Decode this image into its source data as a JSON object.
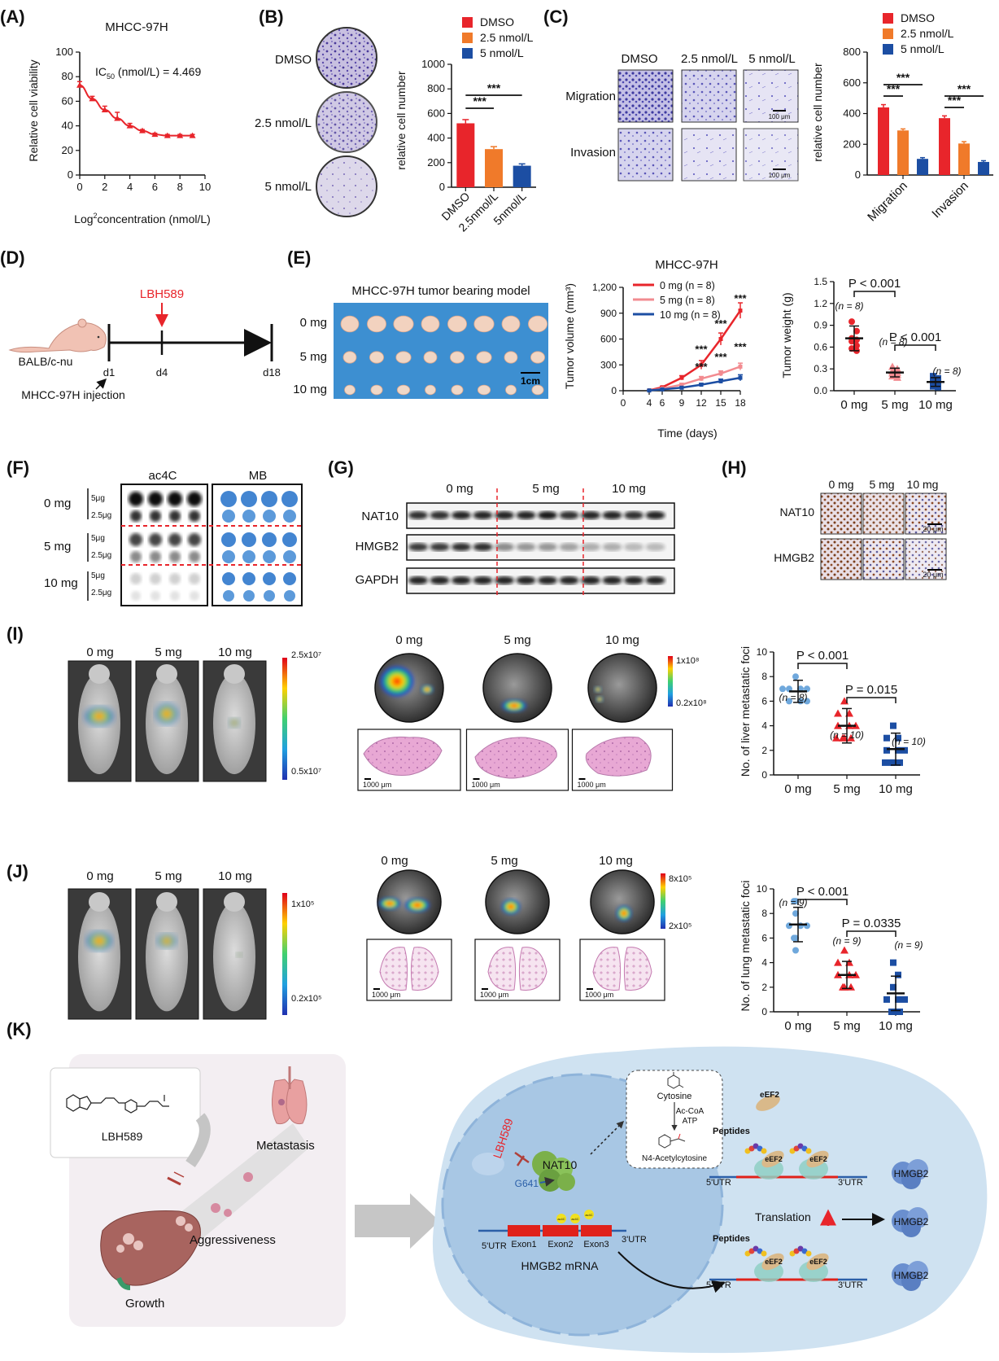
{
  "panels": {
    "A": {
      "label": "(A)",
      "title": "MHCC-97H",
      "ylabel": "Relative cell viability",
      "xlabel_pre": "Log",
      "xlabel_sup": "2",
      "xlabel_post": "concentration (nmol/L)",
      "annot_pre": "IC",
      "annot_sub": "50",
      "annot_post": " (nmol/L) = 4.469"
    },
    "B": {
      "label": "(B)",
      "rows": [
        "DMSO",
        "2.5 nmol/L",
        "5 nmol/L"
      ],
      "stars": [
        "***",
        "***"
      ]
    },
    "C": {
      "label": "(C)",
      "cols": [
        "DMSO",
        "2.5 nmol/L",
        "5 nmol/L"
      ],
      "rows": [
        "Migration",
        "Invasion"
      ],
      "scale": "100 μm",
      "stars": [
        "***",
        "***",
        "***",
        "***"
      ]
    },
    "D": {
      "label": "(D)",
      "drug": "LBH589",
      "mouse": "BALB/c-nu",
      "injection": "MHCC-97H injection",
      "days": [
        "d1",
        "d4",
        "d18"
      ]
    },
    "E": {
      "label": "(E)",
      "photo_title": "MHCC-97H tumor bearing model",
      "rows": [
        "0 mg",
        "5 mg",
        "10 mg"
      ],
      "scale": "1cm"
    },
    "F": {
      "label": "(F)",
      "cols": [
        "ac4C",
        "MB"
      ],
      "rows": [
        "0 mg",
        "5 mg",
        "10 mg"
      ],
      "amounts": [
        "5μg",
        "2.5μg"
      ]
    },
    "G": {
      "label": "(G)",
      "cols": [
        "0 mg",
        "5 mg",
        "10 mg"
      ],
      "rows": [
        "NAT10",
        "HMGB2",
        "GAPDH"
      ]
    },
    "H": {
      "label": "(H)",
      "cols": [
        "0 mg",
        "5 mg",
        "10 mg"
      ],
      "rows": [
        "NAT10",
        "HMGB2"
      ],
      "scale": "20 μm"
    },
    "I": {
      "label": "(I)",
      "cols": [
        "0 mg",
        "5 mg",
        "10 mg"
      ],
      "scale_left": [
        "2.5x10⁷",
        "0.5x10⁷"
      ],
      "scale_right": [
        "1x10⁸",
        "0.2x10⁸"
      ],
      "he_scale": "1000 μm"
    },
    "J": {
      "label": "(J)",
      "cols": [
        "0 mg",
        "5 mg",
        "10 mg"
      ],
      "scale_left": [
        "1x10⁵",
        "0.2x10⁵"
      ],
      "scale_right": [
        "8x10⁵",
        "2x10⁵"
      ],
      "he_scale": "1000 μm"
    },
    "K": {
      "label": "(K)",
      "drug": "LBH589",
      "growth": "Growth",
      "aggressiveness": "Aggressiveness",
      "metastasis": "Metastasis",
      "nat10": "NAT10",
      "site": "G641",
      "cytosine": "Cytosine",
      "cofactor1": "Ac-CoA",
      "cofactor2": "ATP",
      "product": "N4-Acetylcytosine",
      "exons": [
        "Exon1",
        "Exon2",
        "Exon3"
      ],
      "utr5": "5'UTR",
      "utr3": "3'UTR",
      "mrna": "HMGB2 mRNA",
      "eef2": "eEF2",
      "peptides": "Peptides",
      "translation": "Translation",
      "hmgb2": "HMGB2",
      "ac4c_tag": "ac4C"
    }
  },
  "chart_data": [
    {
      "id": "A",
      "type": "line",
      "title": "MHCC-97H",
      "xlabel": "Log2concentration (nmol/L)",
      "ylabel": "Relative cell viability",
      "xlim": [
        0,
        10
      ],
      "ylim": [
        0,
        100
      ],
      "xticks": [
        0,
        2,
        4,
        6,
        8,
        10
      ],
      "yticks": [
        0,
        20,
        40,
        60,
        80,
        100
      ],
      "x": [
        0,
        1,
        2,
        3,
        4,
        5,
        6,
        7,
        8,
        9
      ],
      "values": [
        73,
        62,
        53,
        46,
        40,
        36,
        33,
        32,
        32,
        32
      ],
      "errors": [
        3,
        2,
        3,
        5,
        2,
        1,
        1,
        1,
        1,
        1
      ],
      "color": "#e8252b"
    },
    {
      "id": "B",
      "type": "bar",
      "ylabel": "relative cell number",
      "categories": [
        "DMSO",
        "2.5nmol/L",
        "5nmol/L"
      ],
      "values": [
        520,
        310,
        175
      ],
      "errors": [
        30,
        20,
        15
      ],
      "colors": [
        "#e8252b",
        "#f07a2a",
        "#1c4ea3"
      ],
      "legend": [
        "DMSO",
        "2.5 nmol/L",
        "5 nmol/L"
      ],
      "ylim": [
        0,
        1000
      ],
      "yticks": [
        0,
        200,
        400,
        600,
        800,
        1000
      ]
    },
    {
      "id": "C",
      "type": "bar",
      "ylabel": "relative cell number",
      "categories": [
        "Migration",
        "Invasion"
      ],
      "series": [
        {
          "name": "DMSO",
          "values": [
            440,
            370
          ],
          "errors": [
            18,
            15
          ],
          "color": "#e8252b"
        },
        {
          "name": "2.5 nmol/L",
          "values": [
            290,
            205
          ],
          "errors": [
            10,
            12
          ],
          "color": "#f07a2a"
        },
        {
          "name": "5 nmol/L",
          "values": [
            105,
            85
          ],
          "errors": [
            8,
            8
          ],
          "color": "#1c4ea3"
        }
      ],
      "ylim": [
        0,
        800
      ],
      "yticks": [
        0,
        200,
        400,
        600,
        800
      ]
    },
    {
      "id": "E1",
      "type": "line",
      "title": "MHCC-97H",
      "xlabel": "Time (days)",
      "ylabel": "Tumor volume (mm³)",
      "xlim": [
        0,
        18
      ],
      "ylim": [
        0,
        1200
      ],
      "xticks": [
        0,
        4,
        6,
        9,
        12,
        15,
        18
      ],
      "yticks": [
        0,
        300,
        600,
        900,
        1200
      ],
      "ytick_labels": [
        "0",
        "300",
        "600",
        "900",
        "1,200"
      ],
      "x": [
        4,
        6,
        9,
        12,
        15,
        18
      ],
      "series": [
        {
          "name": "0 mg (n = 8)",
          "values": [
            5,
            40,
            150,
            300,
            600,
            930
          ],
          "errors": [
            3,
            10,
            25,
            50,
            70,
            90
          ],
          "color": "#e8252b"
        },
        {
          "name": "5 mg (n = 8)",
          "values": [
            4,
            25,
            70,
            140,
            200,
            280
          ],
          "errors": [
            2,
            5,
            15,
            25,
            30,
            40
          ],
          "color": "#f28b90"
        },
        {
          "name": "10 mg (n = 8)",
          "values": [
            3,
            15,
            35,
            70,
            110,
            150
          ],
          "errors": [
            2,
            5,
            10,
            15,
            25,
            35
          ],
          "color": "#1c4ea3"
        }
      ],
      "stars": [
        "***",
        "***",
        "***",
        "***",
        "***",
        "***"
      ]
    },
    {
      "id": "E2",
      "type": "scatter",
      "ylabel": "Tumor weight (g)",
      "categories": [
        "0 mg",
        "5 mg",
        "10 mg"
      ],
      "ylim": [
        0,
        1.5
      ],
      "yticks": [
        0.0,
        0.3,
        0.6,
        0.9,
        1.2,
        1.5
      ],
      "ytick_labels": [
        "0.0",
        "0.3",
        "0.6",
        "0.9",
        "1.2",
        "1.5"
      ],
      "groups": [
        {
          "n_label": "(n = 8)",
          "mean": 0.72,
          "sd": 0.17,
          "color": "#e8252b",
          "marker": "circle",
          "points": [
            0.95,
            0.82,
            0.72,
            0.7,
            0.68,
            0.62,
            0.58,
            0.55
          ]
        },
        {
          "n_label": "(n = 8)",
          "mean": 0.25,
          "sd": 0.06,
          "color": "#f28b90",
          "marker": "triangle",
          "points": [
            0.33,
            0.3,
            0.27,
            0.25,
            0.24,
            0.22,
            0.2,
            0.18
          ]
        },
        {
          "n_label": "(n = 8)",
          "mean": 0.12,
          "sd": 0.06,
          "color": "#1c4ea3",
          "marker": "square",
          "points": [
            0.2,
            0.17,
            0.14,
            0.12,
            0.1,
            0.08,
            0.06,
            0.05
          ]
        }
      ],
      "comparisons": [
        {
          "pair": [
            0,
            1
          ],
          "text": "P < 0.001"
        },
        {
          "pair": [
            1,
            2
          ],
          "text": "P < 0.001"
        }
      ]
    },
    {
      "id": "I",
      "type": "scatter",
      "ylabel": "No. of liver metastatic foci",
      "categories": [
        "0 mg",
        "5 mg",
        "10 mg"
      ],
      "ylim": [
        0,
        10
      ],
      "yticks": [
        0,
        2,
        4,
        6,
        8,
        10
      ],
      "groups": [
        {
          "n_label": "(n = 8)",
          "mean": 6.8,
          "sd": 0.9,
          "color": "#6fa8dc",
          "marker": "circle",
          "points": [
            8,
            7,
            7,
            7,
            7,
            6,
            6,
            6
          ]
        },
        {
          "n_label": "(n = 10)",
          "mean": 4.0,
          "sd": 1.4,
          "color": "#e8252b",
          "marker": "triangle",
          "points": [
            6,
            5,
            5,
            4,
            4,
            4,
            3,
            3,
            3,
            3
          ]
        },
        {
          "n_label": "(n = 10)",
          "mean": 2.1,
          "sd": 1.3,
          "color": "#1c4ea3",
          "marker": "square",
          "points": [
            4,
            3,
            3,
            2,
            2,
            2,
            1,
            1,
            1,
            1
          ]
        }
      ],
      "comparisons": [
        {
          "pair": [
            0,
            1
          ],
          "text": "P < 0.001"
        },
        {
          "pair": [
            1,
            2
          ],
          "text": "P = 0.015"
        }
      ]
    },
    {
      "id": "J",
      "type": "scatter",
      "ylabel": "No. of lung metastatic foci",
      "categories": [
        "0 mg",
        "5 mg",
        "10 mg"
      ],
      "ylim": [
        0,
        10
      ],
      "yticks": [
        0,
        2,
        4,
        6,
        8,
        10
      ],
      "groups": [
        {
          "n_label": "(n = 9)",
          "mean": 7.1,
          "sd": 1.4,
          "color": "#6fa8dc",
          "marker": "circle",
          "points": [
            9,
            9,
            8,
            7,
            7,
            7,
            6,
            6,
            5
          ]
        },
        {
          "n_label": "(n = 9)",
          "mean": 3.0,
          "sd": 1.1,
          "color": "#e8252b",
          "marker": "triangle",
          "points": [
            5,
            4,
            4,
            3,
            3,
            3,
            2,
            2,
            2
          ]
        },
        {
          "n_label": "(n = 9)",
          "mean": 1.5,
          "sd": 1.4,
          "color": "#1c4ea3",
          "marker": "square",
          "points": [
            4,
            3,
            2,
            1,
            1,
            1,
            0,
            0,
            0
          ]
        }
      ],
      "comparisons": [
        {
          "pair": [
            0,
            1
          ],
          "text": "P < 0.001"
        },
        {
          "pair": [
            1,
            2
          ],
          "text": "P = 0.0335"
        }
      ]
    }
  ]
}
